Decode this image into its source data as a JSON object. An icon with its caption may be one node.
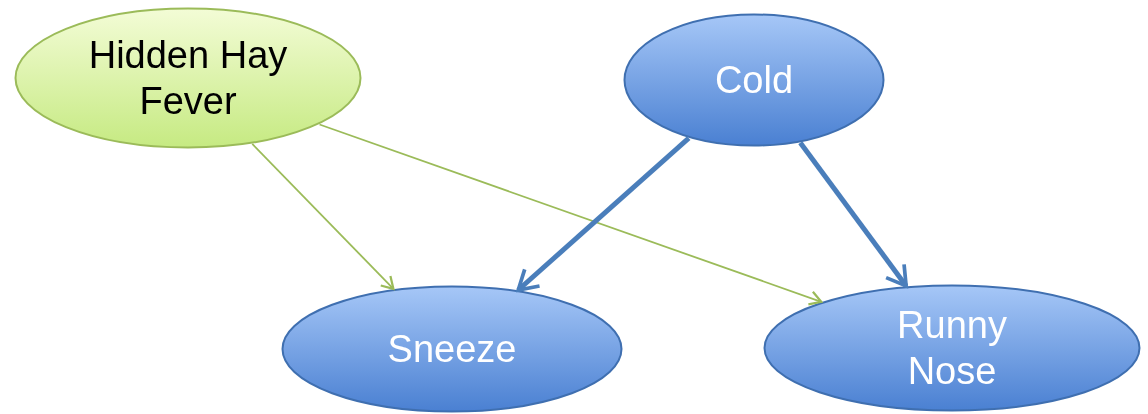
{
  "diagram": {
    "nodes": [
      {
        "text": [
          "Hidden Hay Fever"
        ]
      },
      {
        "text": [
          "Cold"
        ]
      },
      {
        "text": [
          "Sneeze"
        ]
      },
      {
        "text": [
          "Runny Nose"
        ]
      }
    ],
    "edges": [
      {
        "from": 0,
        "to": 2,
        "arrow": "to"
      },
      {
        "from": 0,
        "to": 3,
        "arrow": "to"
      },
      {
        "from": 1,
        "to": 2,
        "arrow": "to",
        "style": "thick",
        "color": "#4a7ebb"
      },
      {
        "from": 1,
        "to": 3,
        "arrow": "to",
        "style": "thick",
        "color": "#4a7ebb"
      }
    ]
  }
}
